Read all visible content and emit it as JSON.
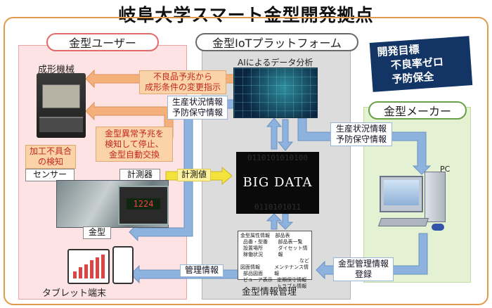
{
  "title": "岐阜大学スマート金型開発拠点",
  "goal": {
    "line1": "開発目標",
    "line2": "不良率ゼロ",
    "line3": "予防保全"
  },
  "panels": {
    "user": "金型ユーザー",
    "iot": "金型IoTプラットフォーム",
    "maker": "金型メーカー"
  },
  "user_side": {
    "molding_machine": "成形機械",
    "defect_notice": "不良品予兆から\n成形条件の変更指示",
    "abnormality_notice": "金型異常予兆を\n検知して停止、\n金型自動交換",
    "processing_defect": "加工不具合\nの検知",
    "sensor": "センサー",
    "instrument": "計測器",
    "mold": "金型",
    "tablet": "タブレット端末",
    "meter_display": "1224"
  },
  "iot_side": {
    "ai_analysis": "AIによるデータ分析",
    "production_info_left": "生産状況情報\n予防保守情報",
    "measured_value": "計測値",
    "big_data": "BIG DATA",
    "big_data_bits_top": "0110101010100",
    "big_data_bits_bottom": "0110101011",
    "management_info": "管理情報",
    "mold_info_management": "金型情報管理",
    "info_box": {
      "col1_title": "金型属性情報",
      "col1_items": [
        "品番・型番",
        "設置場所",
        "稼働状況"
      ],
      "col2_title": "部品表",
      "col2_items": [
        "部品表一覧",
        "ダイセット情報"
      ],
      "row2_col1_title": "図面情報",
      "row2_col1_items": [
        "部品図面",
        "ビューア表示"
      ],
      "row2_col2_title": "メンテナンス情報",
      "row2_col2_items": [
        "定期保守情報",
        "トラブル情報"
      ],
      "etc": "など"
    }
  },
  "maker_side": {
    "production_info_right": "生産状況情報\n予防保守情報",
    "pc": "PC",
    "mold_mgmt_register": "金型管理情報\n登録"
  },
  "colors": {
    "frame_orange": "#e39a4c",
    "user_pink": "#fde3e3",
    "iot_gray": "#dcdcdc",
    "maker_green": "#e5f1d3",
    "arrow_blue": "#8db2dd",
    "arrow_orange": "#f4b07a",
    "arrow_yellow": "#f3e33a",
    "goal_navy": "#123566"
  }
}
